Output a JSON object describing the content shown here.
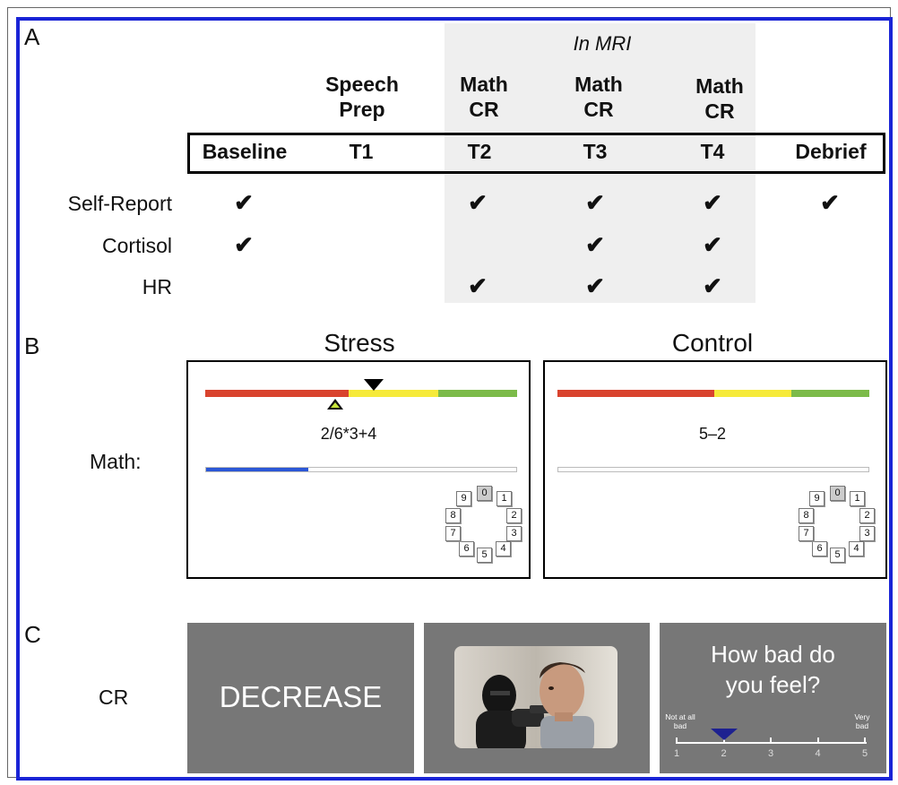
{
  "panels": {
    "a": "A",
    "b": "B",
    "c": "C"
  },
  "panel_a": {
    "in_mri": "In MRI",
    "tasks": {
      "t1": [
        "Speech",
        "Prep"
      ],
      "t2": [
        "Math",
        "CR"
      ],
      "t3": [
        "Math",
        "CR"
      ],
      "t4": [
        "Math",
        "CR"
      ]
    },
    "timeline": [
      "Baseline",
      "T1",
      "T2",
      "T3",
      "T4",
      "Debrief"
    ],
    "measures": [
      {
        "label": "Self-Report",
        "checks": [
          true,
          false,
          true,
          true,
          true,
          true
        ]
      },
      {
        "label": "Cortisol",
        "checks": [
          true,
          false,
          false,
          true,
          true,
          false
        ]
      },
      {
        "label": "HR",
        "checks": [
          false,
          false,
          true,
          true,
          true,
          false
        ]
      }
    ],
    "check_glyph": "✔"
  },
  "panel_b": {
    "stress_title": "Stress",
    "control_title": "Control",
    "row_label": "Math:",
    "stress_problem": "2/6*3+4",
    "control_problem": "5–2",
    "stress_progress": 0.33,
    "control_progress": 0,
    "keypad": [
      "0",
      "1",
      "2",
      "3",
      "4",
      "5",
      "6",
      "7",
      "8",
      "9"
    ],
    "colors": {
      "red": "#d9432e",
      "yellow": "#f6ea3a",
      "green": "#7cbb4a",
      "progress": "#2b57d6"
    }
  },
  "panel_c": {
    "row_label": "CR",
    "instruction": "DECREASE",
    "question_line1": "How bad do",
    "question_line2": "you feel?",
    "scale_low_line1": "Not at all",
    "scale_low_line2": "bad",
    "scale_high_line1": "Very",
    "scale_high_line2": "bad",
    "scale": [
      "1",
      "2",
      "3",
      "4",
      "5"
    ],
    "selected": 2
  }
}
